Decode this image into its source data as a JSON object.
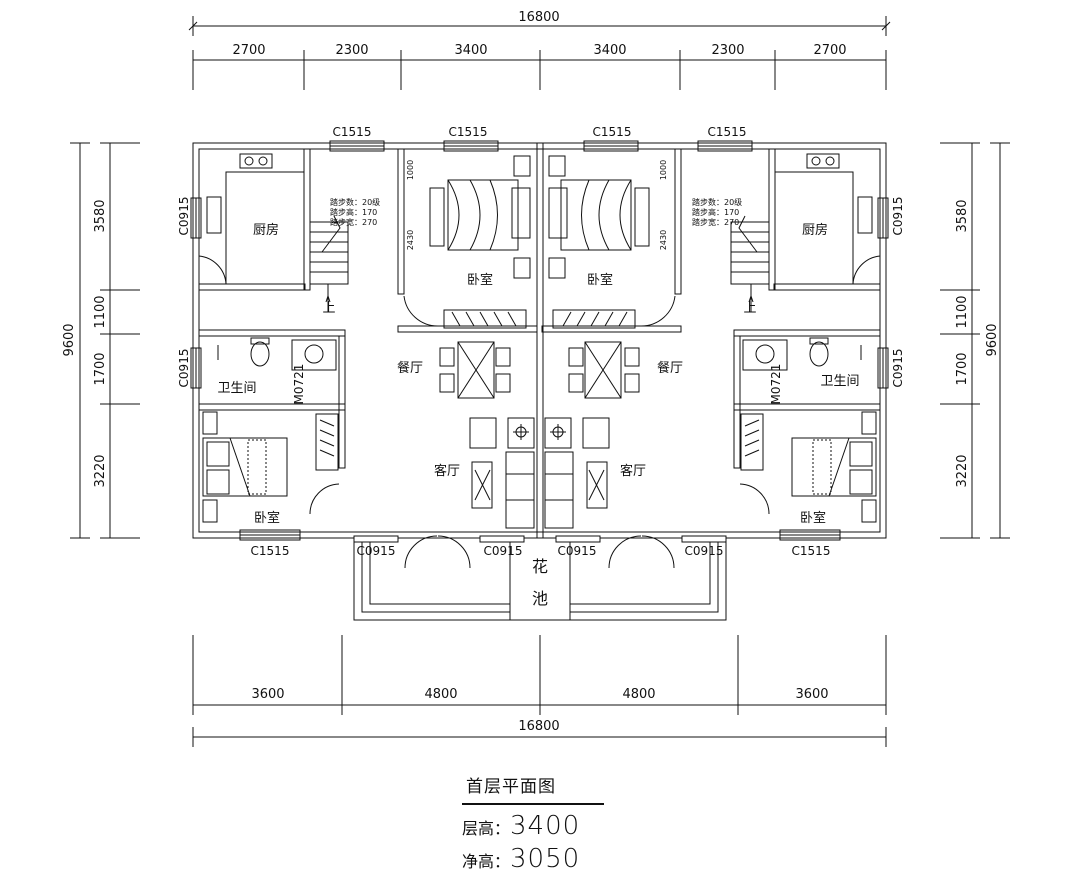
{
  "dimensions": {
    "top_total": "16800",
    "top_segments": [
      "2700",
      "2300",
      "3400",
      "3400",
      "2300",
      "2700"
    ],
    "bottom_segments": [
      "3600",
      "4800",
      "4800",
      "3600"
    ],
    "bottom_total": "16800",
    "left_total": "9600",
    "left_segments": [
      "3580",
      "1100",
      "1700",
      "3220"
    ],
    "right_total": "9600",
    "right_segments": [
      "3580",
      "1100",
      "1700",
      "3220"
    ],
    "inner_bedroom": [
      "1000",
      "2430"
    ]
  },
  "windows": {
    "top": [
      "C1515",
      "C1515",
      "C1515",
      "C1515"
    ],
    "bottom": [
      "C1515",
      "C0915",
      "C0915",
      "C0915",
      "C0915",
      "C1515"
    ],
    "side": [
      "C0915",
      "C0915",
      "C0915",
      "C0915"
    ],
    "door_bath": "M0721"
  },
  "rooms": {
    "kitchen": "厨房",
    "bedroom": "卧室",
    "dining": "餐厅",
    "living": "客厅",
    "bathroom": "卫生间",
    "flower_bed_1": "花",
    "flower_bed_2": "池",
    "stair_up": "上"
  },
  "stair_notes": [
    "踏步数：20级",
    "踏步高：170",
    "踏步宽：270"
  ],
  "title": {
    "name": "首层平面图",
    "floor_height_label": "层高：",
    "floor_height_value": "3400",
    "clear_height_label": "净高：",
    "clear_height_value": "3050"
  }
}
